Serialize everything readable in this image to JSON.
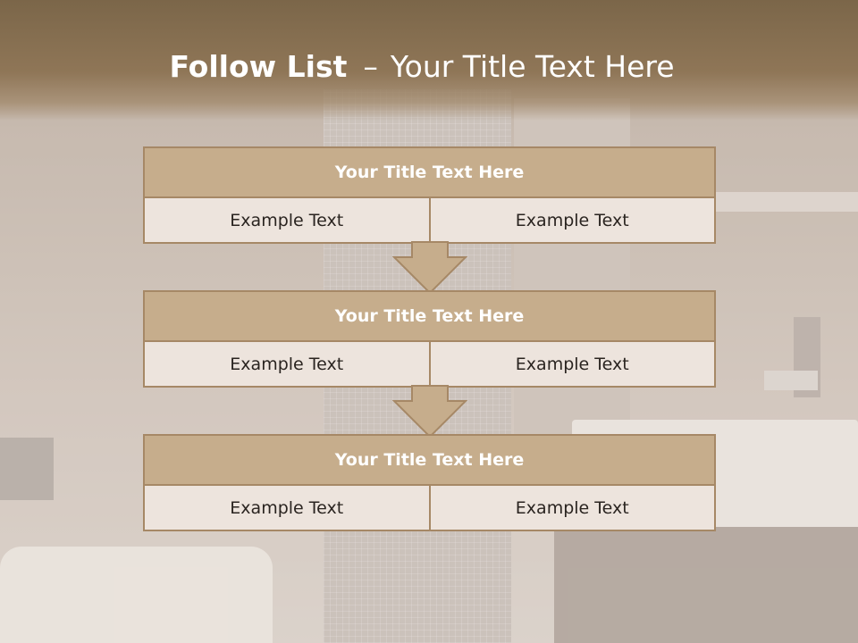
{
  "title": {
    "bold": "Follow List",
    "separator": "–",
    "rest": "Your Title Text Here"
  },
  "blocks": [
    {
      "heading": "Your Title Text Here",
      "left": "Example Text",
      "right": "Example Text"
    },
    {
      "heading": "Your Title Text Here",
      "left": "Example Text",
      "right": "Example Text"
    },
    {
      "heading": "Your Title Text Here",
      "left": "Example Text",
      "right": "Example Text"
    }
  ],
  "colors": {
    "header": "#8f7657",
    "block_header": "#c6ad8c",
    "block_border": "#a68866",
    "cell_bg": "#ede4dd",
    "arrow_fill": "#c6ad8c"
  }
}
